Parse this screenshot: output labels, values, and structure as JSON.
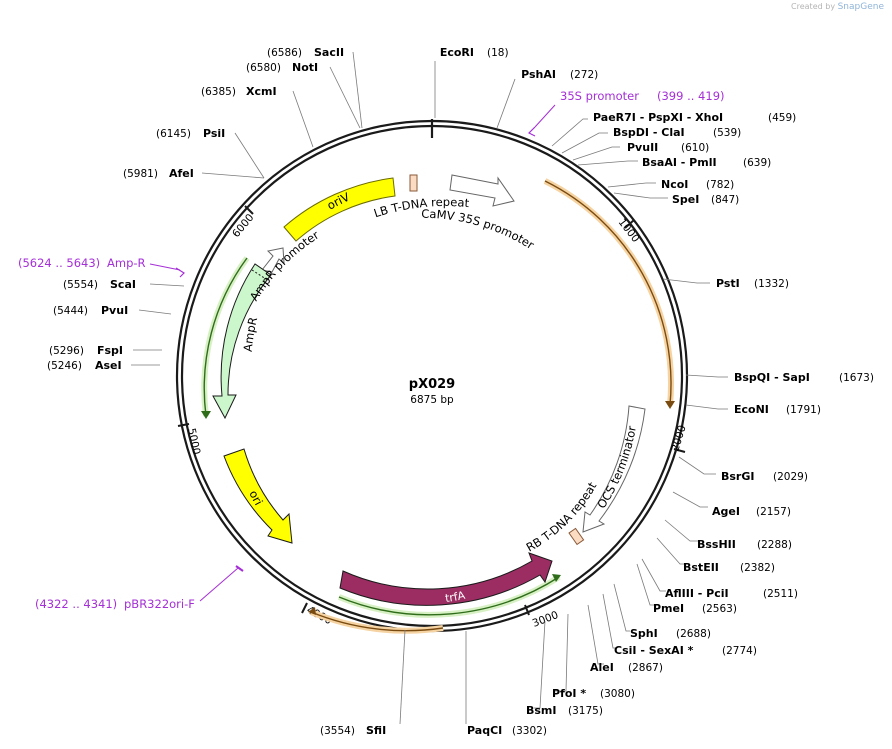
{
  "credit": {
    "prefix": "Created by",
    "brand": "SnapGene"
  },
  "plasmid": {
    "name": "pX029",
    "length_label": "6875 bp"
  },
  "ticks": [
    "1000",
    "2000",
    "3000",
    "4000",
    "5000",
    "6000"
  ],
  "enzymes": [
    {
      "pos": "(18)",
      "name": "EcoRI"
    },
    {
      "pos": "(272)",
      "name": "PshAI"
    },
    {
      "pos": "(459)",
      "name": "PaeR7I - PspXI - XhoI"
    },
    {
      "pos": "(539)",
      "name": "BspDI - ClaI"
    },
    {
      "pos": "(610)",
      "name": "PvuII"
    },
    {
      "pos": "(639)",
      "name": "BsaAI - PmlI"
    },
    {
      "pos": "(782)",
      "name": "NcoI"
    },
    {
      "pos": "(847)",
      "name": "SpeI"
    },
    {
      "pos": "(1332)",
      "name": "PstI"
    },
    {
      "pos": "(1673)",
      "name": "BspQI - SapI"
    },
    {
      "pos": "(1791)",
      "name": "EcoNI"
    },
    {
      "pos": "(2029)",
      "name": "BsrGI"
    },
    {
      "pos": "(2157)",
      "name": "AgeI"
    },
    {
      "pos": "(2288)",
      "name": "BssHII"
    },
    {
      "pos": "(2382)",
      "name": "BstEII"
    },
    {
      "pos": "(2511)",
      "name": "AflIII - PciI"
    },
    {
      "pos": "(2563)",
      "name": "PmeI"
    },
    {
      "pos": "(2688)",
      "name": "SphI"
    },
    {
      "pos": "(2774)",
      "name": "CsiI - SexAI *"
    },
    {
      "pos": "(2867)",
      "name": "AleI"
    },
    {
      "pos": "(3080)",
      "name": "PfoI *"
    },
    {
      "pos": "(3175)",
      "name": "BsmI"
    },
    {
      "pos": "(3302)",
      "name": "PaqCI"
    },
    {
      "pos": "(3554)",
      "name": "SfiI"
    },
    {
      "pos": "(5246)",
      "name": "AseI"
    },
    {
      "pos": "(5296)",
      "name": "FspI"
    },
    {
      "pos": "(5444)",
      "name": "PvuI"
    },
    {
      "pos": "(5554)",
      "name": "ScaI"
    },
    {
      "pos": "(5981)",
      "name": "AfeI"
    },
    {
      "pos": "(6145)",
      "name": "PsiI"
    },
    {
      "pos": "(6385)",
      "name": "XcmI"
    },
    {
      "pos": "(6580)",
      "name": "NotI"
    },
    {
      "pos": "(6586)",
      "name": "SacII"
    }
  ],
  "primers": [
    {
      "name": "35S promoter",
      "range": "(399 .. 419)"
    },
    {
      "name": "Amp-R",
      "range": "(5624 .. 5643)"
    },
    {
      "name": "pBR322ori-F",
      "range": "(4322 .. 4341)"
    }
  ],
  "features": {
    "oriV": "oriV",
    "lb": "LB T-DNA repeat",
    "camv": "CaMV 35S promoter",
    "ampr_promoter": "AmpR promoter",
    "ampr": "AmpR",
    "ori": "ori",
    "trfa": "trfA",
    "rb": "RB T-DNA repeat",
    "ocs": "OCS terminator"
  },
  "colors": {
    "backbone": "#1a1a1a",
    "primer": "#a52fd6",
    "ori": "#ffff00",
    "trfa": "#9b2d63",
    "ampr": "#ccf7cc",
    "repeat": "#fbdcc3",
    "orf_orange": "#e8a84a",
    "orf_green": "#7cc04b",
    "promoter_outline": "#ffffff"
  }
}
